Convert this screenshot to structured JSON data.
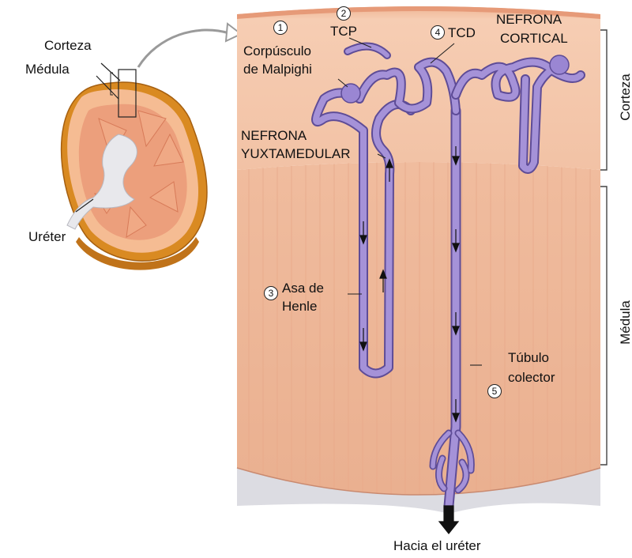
{
  "kidney": {
    "corteza": "Corteza",
    "medula": "Médula",
    "ureter": "Uréter"
  },
  "labels": {
    "corpusculo": [
      "Corpúsculo",
      "de Malpighi"
    ],
    "tcp": "TCP",
    "tcd": "TCD",
    "nefrona_cortical": [
      "NEFRONA",
      "CORTICAL"
    ],
    "nefrona_yuxtamedular": [
      "NEFRONA",
      "YUXTAMEDULAR"
    ],
    "asa_henle": [
      "Asa de",
      "Henle"
    ],
    "tubulo_colector": [
      "Túbulo",
      "colector"
    ],
    "hacia_ureter": "Hacia el uréter"
  },
  "numbers": [
    "1",
    "2",
    "3",
    "4",
    "5"
  ],
  "regions": {
    "corteza": "Corteza",
    "medula": "Médula"
  },
  "colors": {
    "cortex": "#f3c4a8",
    "medulla": "#eeb698",
    "tubule": "#a592d8",
    "tubule_outline": "#5e4c97",
    "kidney_outer": "#d9861c"
  }
}
